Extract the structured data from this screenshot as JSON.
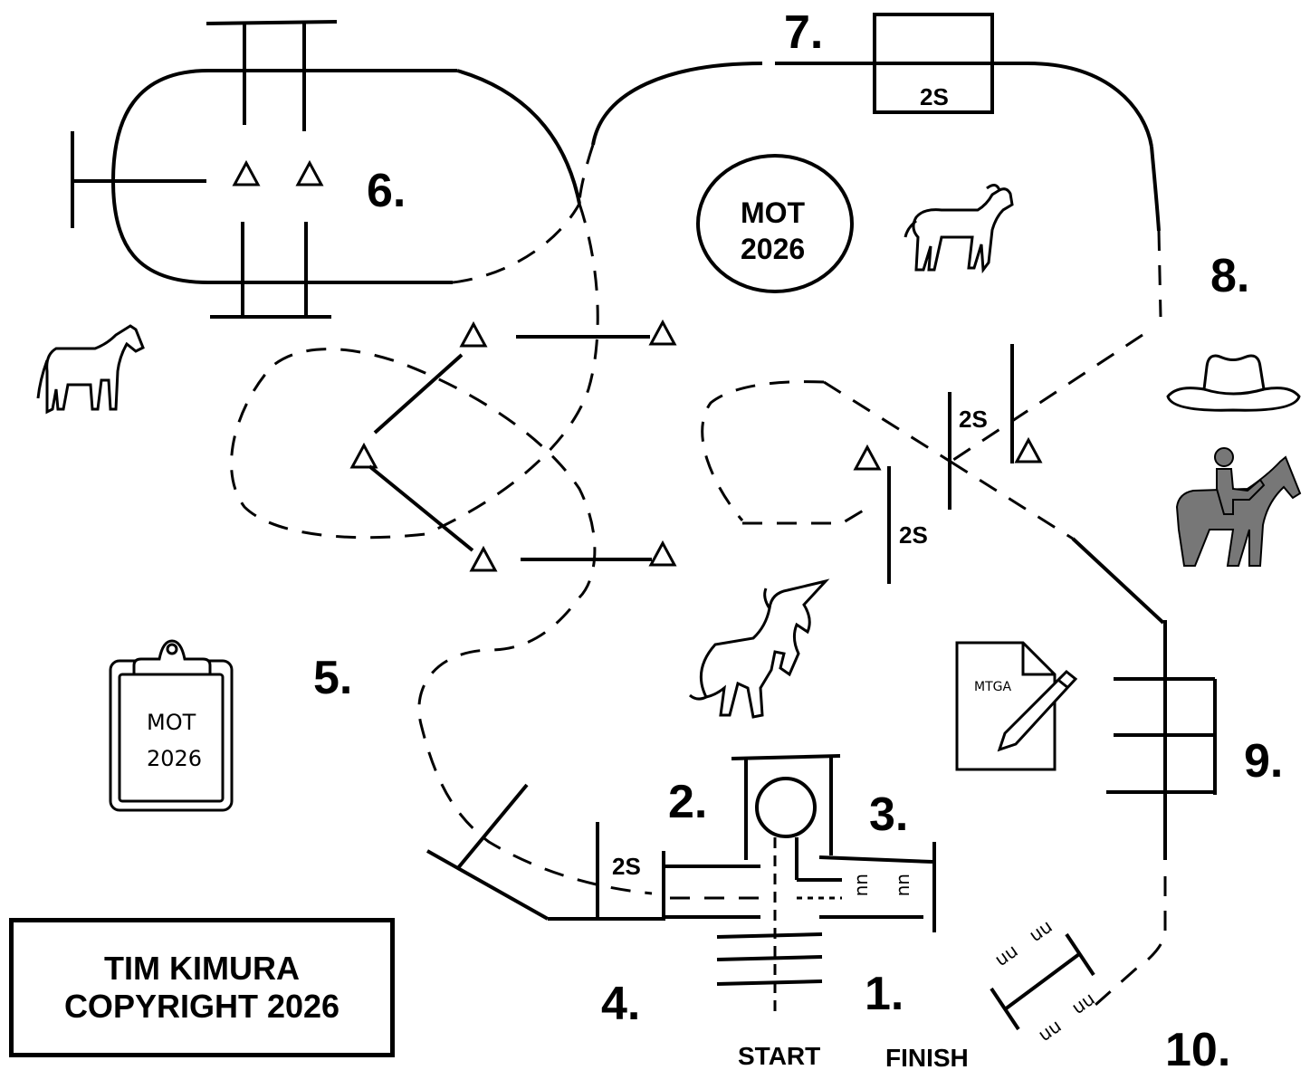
{
  "course": {
    "obstacles": [
      {
        "number": "1."
      },
      {
        "number": "2."
      },
      {
        "number": "3."
      },
      {
        "number": "4."
      },
      {
        "number": "5."
      },
      {
        "number": "6."
      },
      {
        "number": "7."
      },
      {
        "number": "8."
      },
      {
        "number": "9."
      },
      {
        "number": "10."
      }
    ],
    "start_label": "START",
    "finish_label": "FINISH",
    "two_step_label": "2S",
    "center_badge": {
      "line1": "MOT",
      "line2": "2026"
    },
    "clipboard": {
      "line1": "MOT",
      "line2": "2026"
    },
    "document_label": "MTGA",
    "step_mark": "uu",
    "icons": [
      "horse-icon",
      "goat-icon",
      "cowboy-hat-icon",
      "rider-icon",
      "unicorn-icon",
      "clipboard-icon",
      "document-pencil-icon"
    ]
  },
  "copyright": {
    "line1": "TIM KIMURA",
    "line2": "COPYRIGHT 2026"
  }
}
